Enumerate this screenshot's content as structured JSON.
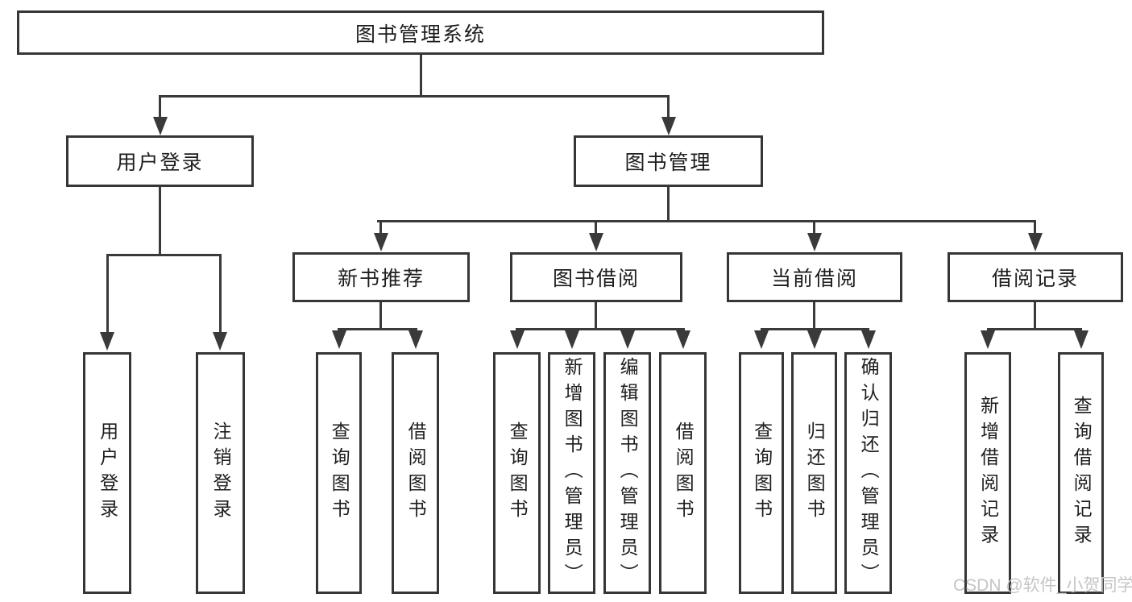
{
  "tree": {
    "root": "图书管理系统",
    "branches": [
      {
        "label": "用户登录",
        "children": [
          "用户登录",
          "注销登录"
        ]
      },
      {
        "label": "图书管理",
        "sections": [
          {
            "label": "新书推荐",
            "children": [
              "查询图书",
              "借阅图书"
            ]
          },
          {
            "label": "图书借阅",
            "children": [
              "查询图书",
              "新增图书（管理员）",
              "编辑图书（管理员）",
              "借阅图书"
            ]
          },
          {
            "label": "当前借阅",
            "children": [
              "查询图书",
              "归还图书",
              "确认归还（管理员）"
            ]
          },
          {
            "label": "借阅记录",
            "children": [
              "新增借阅记录",
              "查询借阅记录"
            ]
          }
        ]
      }
    ]
  },
  "watermark": "CSDN @软件_小贺同学",
  "colors": {
    "line": "#3a3a3a",
    "border": "#363636",
    "text": "#1d1d1d",
    "watermark": "#c5c5c5",
    "background": "#ffffff"
  }
}
